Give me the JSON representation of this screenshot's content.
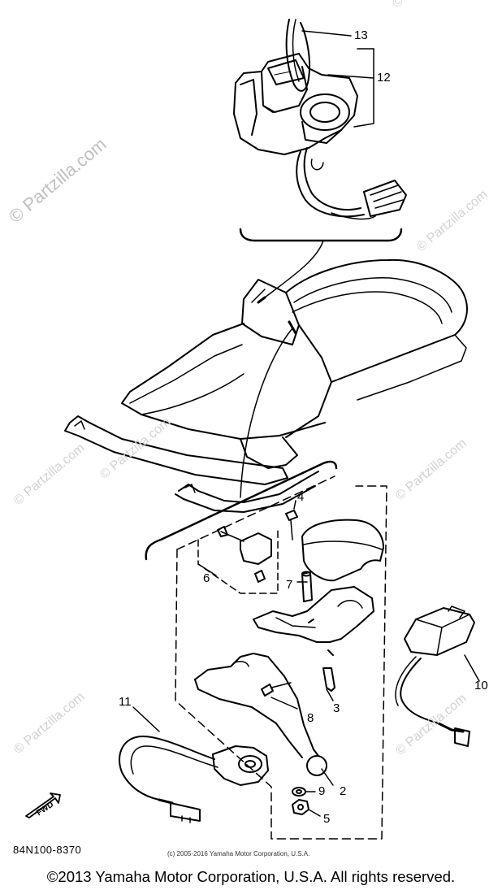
{
  "watermarks": {
    "main": "© Partzilla.com",
    "small": "© Partzilla.com"
  },
  "callouts": {
    "c1": "13",
    "c2": "12",
    "c3": "4",
    "c4": "6",
    "c5": "7",
    "c6": "10",
    "c7": "3",
    "c8": "8",
    "c9": "11",
    "c10": "9",
    "c11": "2",
    "c12": "5"
  },
  "fwd_label": "FWD",
  "part_code": "84N100-8370",
  "small_copyright": "(c) 2005-2016 Yamaha Motor Corporation, U.S.A.",
  "footer_copyright": "©2013 Yamaha Motor Corporation, U.S.A. All rights reserved.",
  "colors": {
    "line": "#000000",
    "watermark": "#bfbfbf",
    "background": "#ffffff"
  }
}
